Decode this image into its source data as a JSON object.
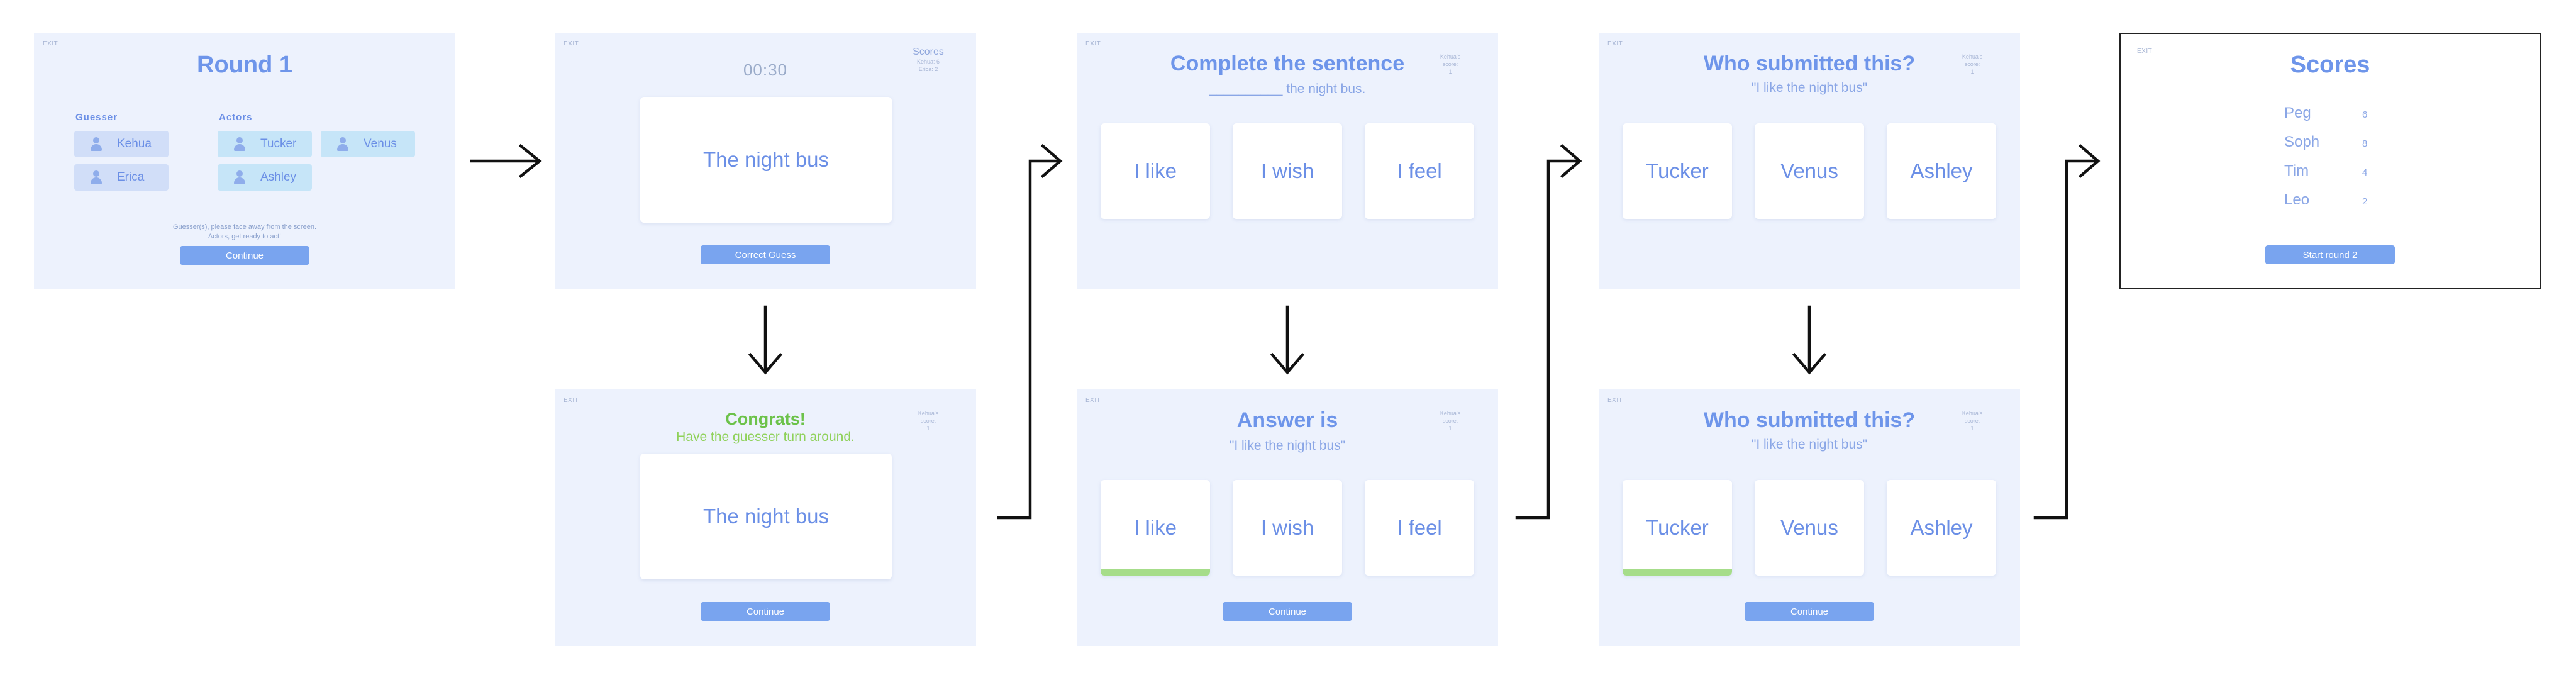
{
  "exit_label": "EXIT",
  "round1": {
    "title": "Round 1",
    "guesser_label": "Guesser",
    "actors_label": "Actors",
    "guessers": [
      "Kehua",
      "Erica"
    ],
    "actors": [
      "Tucker",
      "Venus",
      "Ashley"
    ],
    "note_line1": "Guesser(s), please face away from the screen.",
    "note_line2": "Actors, get ready to act!",
    "button": "Continue"
  },
  "acting": {
    "timer": "00:30",
    "scores_label": "Scores",
    "scores_line1": "Kehua: 6",
    "scores_line2": "Erica: 2",
    "card": "The night bus",
    "button": "Correct Guess"
  },
  "congrats": {
    "title": "Congrats!",
    "subtitle": "Have the guesser turn around.",
    "side_line1": "Kehua's",
    "side_line2": "score:",
    "side_line3": "1",
    "card": "The night bus",
    "button": "Continue"
  },
  "complete": {
    "title": "Complete the sentence",
    "blank": "__________",
    "subtitle_rest": " the night bus.",
    "side_line1": "Kehua's",
    "side_line2": "score:",
    "side_line3": "1",
    "options": [
      "I like",
      "I wish",
      "I feel"
    ]
  },
  "answer": {
    "title": "Answer is",
    "subtitle": "\"I like the night bus\"",
    "side_line1": "Kehua's",
    "side_line2": "score:",
    "side_line3": "1",
    "options": [
      "I like",
      "I wish",
      "I feel"
    ],
    "correct_index": 0,
    "button": "Continue"
  },
  "who": {
    "title": "Who submitted this?",
    "subtitle": "\"I like the night bus\"",
    "side_line1": "Kehua's",
    "side_line2": "score:",
    "side_line3": "1",
    "options": [
      "Tucker",
      "Venus",
      "Ashley"
    ]
  },
  "who_result": {
    "title": "Who submitted this?",
    "subtitle": "\"I like the night bus\"",
    "side_line1": "Kehua's",
    "side_line2": "score:",
    "side_line3": "1",
    "options": [
      "Tucker",
      "Venus",
      "Ashley"
    ],
    "correct_index": 0,
    "button": "Continue"
  },
  "scores": {
    "title": "Scores",
    "rows": [
      {
        "name": "Peg",
        "score": "6"
      },
      {
        "name": "Soph",
        "score": "8"
      },
      {
        "name": "Tim",
        "score": "4"
      },
      {
        "name": "Leo",
        "score": "2"
      }
    ],
    "button": "Start round 2"
  },
  "colors": {
    "panel_bg": "#edf2fd",
    "accent": "#6b8fe6",
    "button": "#79a4ef",
    "correct_bar": "#a6dd8a",
    "congrats": "#6cc24a"
  }
}
